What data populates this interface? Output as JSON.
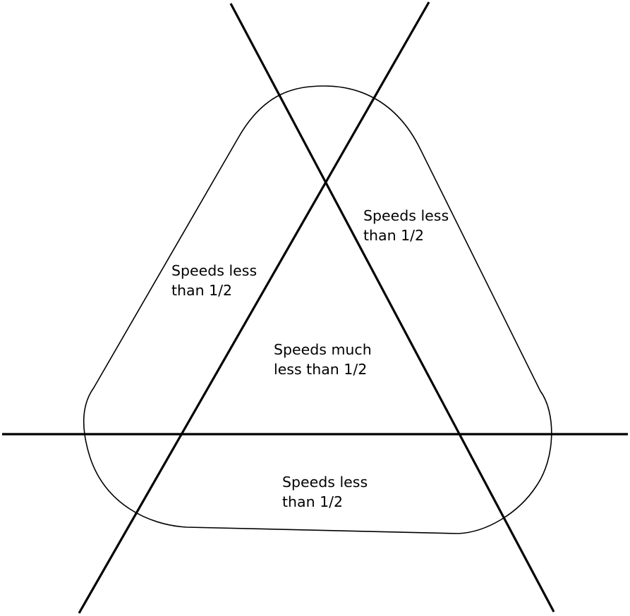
{
  "diagram": {
    "colors": {
      "background": "#ffffff",
      "ink": "#000000"
    },
    "labels": {
      "upper_right": {
        "line1": "Speeds less",
        "line2": "than 1/2"
      },
      "left": {
        "line1": "Speeds less",
        "line2": "than 1/2"
      },
      "center": {
        "line1": "Speeds much",
        "line2": "less than 1/2"
      },
      "bottom": {
        "line1": "Speeds less",
        "line2": "than 1/2"
      }
    }
  }
}
